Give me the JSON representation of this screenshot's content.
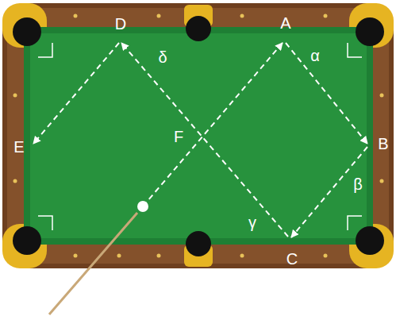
{
  "diagram": {
    "labels": [
      "D",
      "A",
      "δ",
      "α",
      "E",
      "F",
      "B",
      "β",
      "γ",
      "C"
    ]
  }
}
